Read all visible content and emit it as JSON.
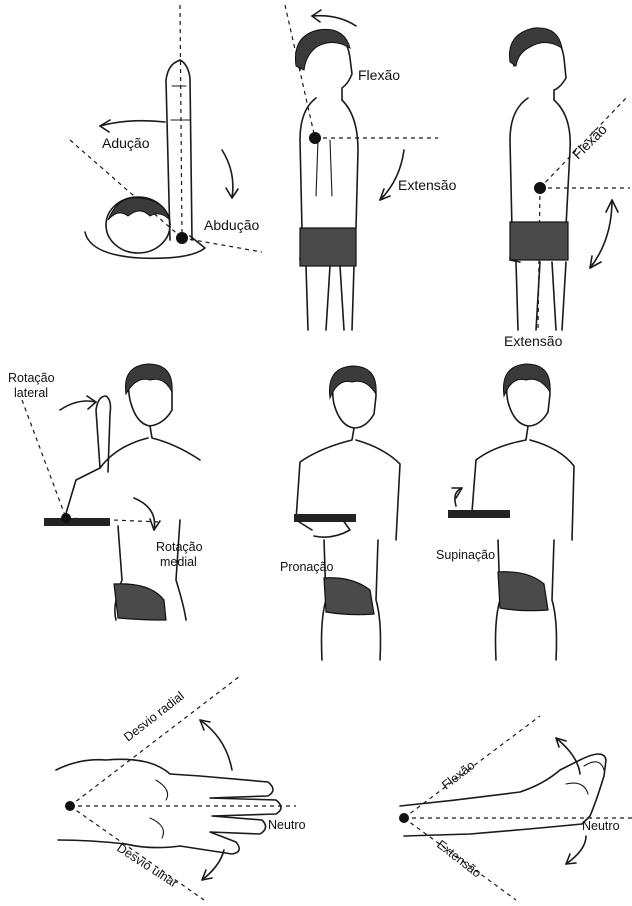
{
  "labels": {
    "aducao": "Adução",
    "abducao": "Abdução",
    "flexao_shoulder": "Flexão",
    "extensao_shoulder": "Extensão",
    "flexao_elbow": "Flexão",
    "extensao_elbow": "Extensão",
    "rotacao_lateral_1": "Rotação",
    "rotacao_lateral_2": "lateral",
    "rotacao_medial_1": "Rotação",
    "rotacao_medial_2": "medial",
    "pronacao": "Pronação",
    "supinacao": "Supinação",
    "desvio_radial": "Desvio radial",
    "desvio_ulnar": "Desvio ulnar",
    "neutro_left": "Neutro",
    "flexao_wrist": "Flexão",
    "neutro_right": "Neutro",
    "extensao_wrist": "Extensão"
  },
  "colors": {
    "ink": "#1a1a1a",
    "hair": "#3a3a3a",
    "trunks": "#4a4a4a",
    "background": "#ffffff"
  }
}
